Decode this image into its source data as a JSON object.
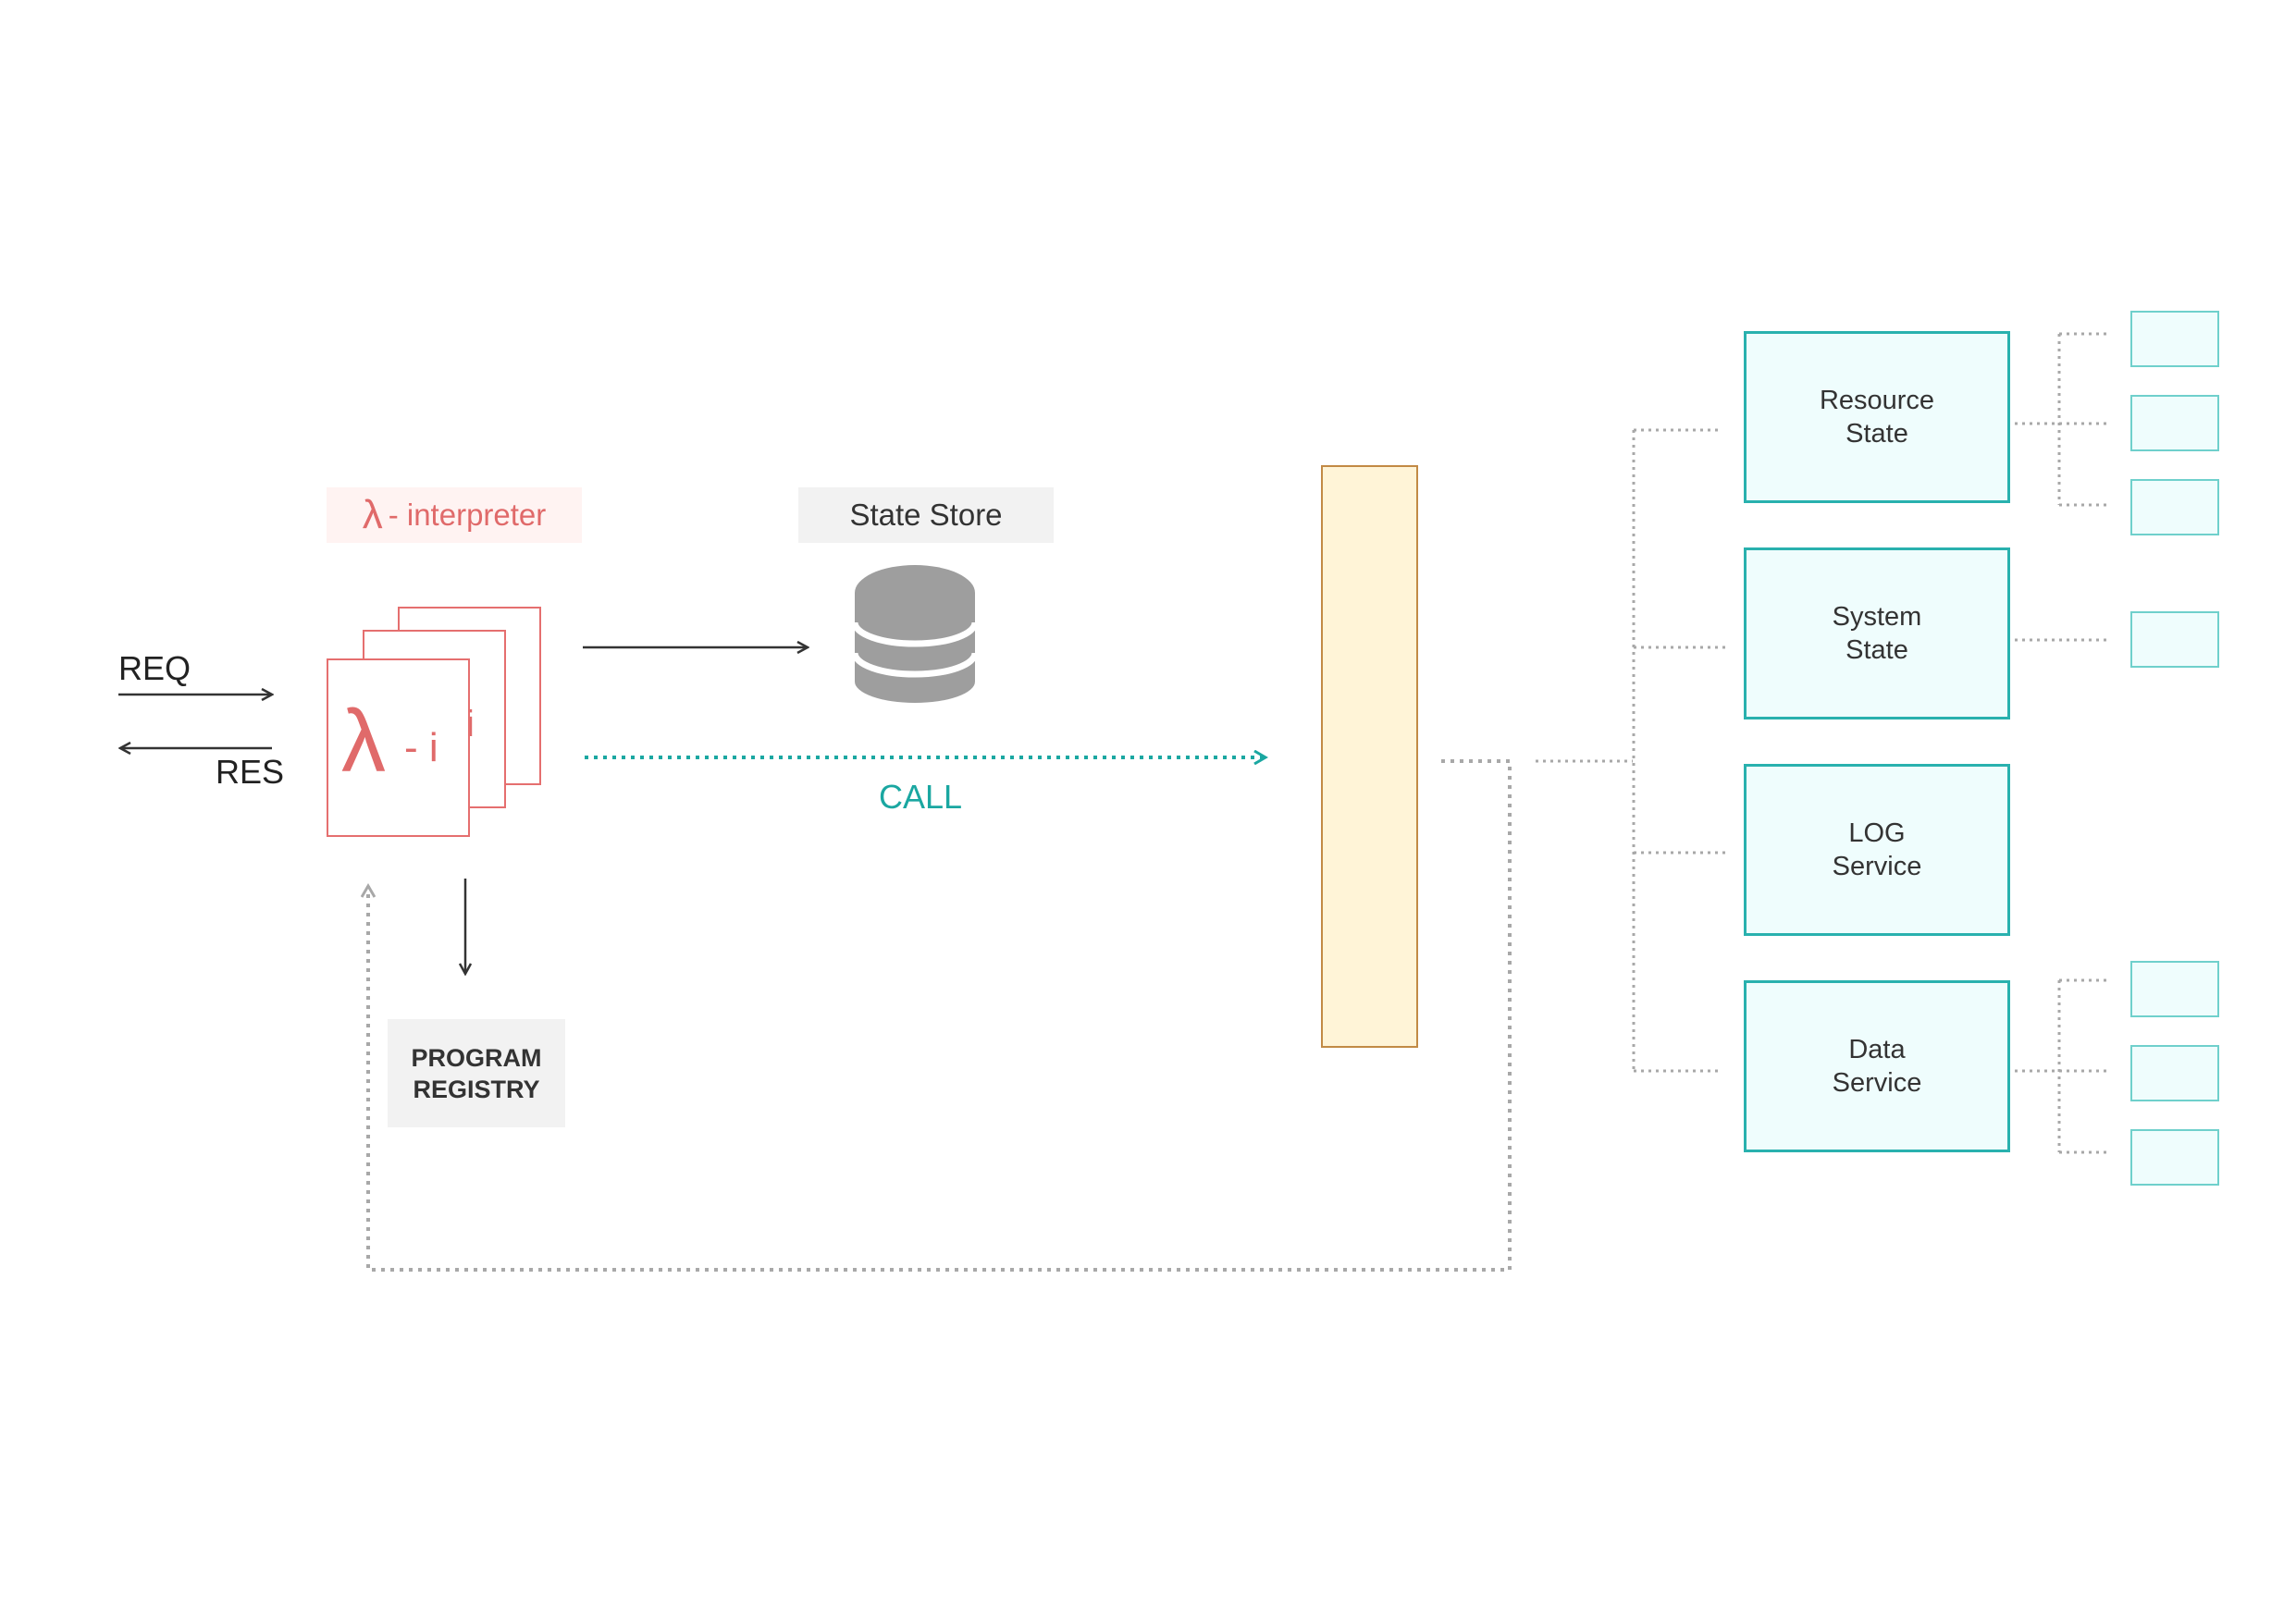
{
  "labels": {
    "interpreter_symbol": "λ",
    "interpreter_text": "- interpreter",
    "state_store": "State Store",
    "req": "REQ",
    "res": "RES",
    "call": "CALL",
    "program_registry": "PROGRAM\nREGISTRY"
  },
  "interpreter_stack": {
    "page_symbol": "i",
    "front_symbol": "λ",
    "front_suffix": "- i"
  },
  "services": [
    {
      "name": "Resource\nState"
    },
    {
      "name": "System\nState"
    },
    {
      "name": "LOG\nService"
    },
    {
      "name": "Data\nService"
    }
  ],
  "colors": {
    "interpreter": "#e06a6a",
    "call": "#1aa7a1",
    "service_border": "#29b1ae",
    "service_fill": "#effdfd",
    "gateway_fill": "#fff4d7",
    "gateway_border": "#c28a45",
    "dotted": "#a8a8a8",
    "database": "#9e9e9e"
  }
}
